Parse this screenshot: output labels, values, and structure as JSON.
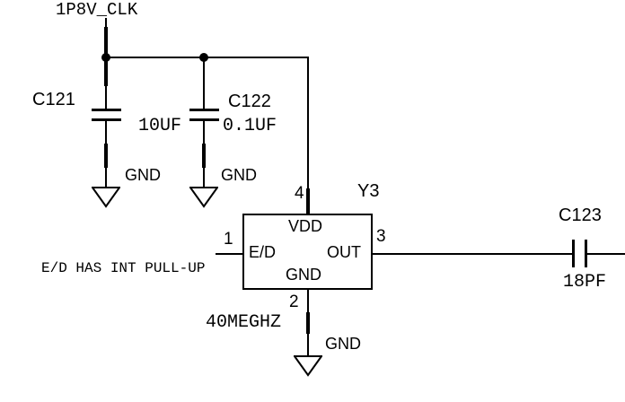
{
  "colors": {
    "wire": "#000000",
    "text": "#000000",
    "background": "#ffffff"
  },
  "net": {
    "label": "1P8V_CLK"
  },
  "note": {
    "text": "E/D HAS INT PULL-UP"
  },
  "capacitors": {
    "c121": {
      "ref": "C121",
      "value": "10UF",
      "gnd_label": "GND"
    },
    "c122": {
      "ref": "C122",
      "value": "0.1UF",
      "gnd_label": "GND"
    },
    "c123": {
      "ref": "C123",
      "value": "18PF"
    }
  },
  "oscillator": {
    "ref": "Y3",
    "value": "40MEGHZ",
    "gnd_label": "GND",
    "pins": {
      "vdd": {
        "number": "4",
        "name": "VDD"
      },
      "ed": {
        "number": "1",
        "name": "E/D"
      },
      "out": {
        "number": "3",
        "name": "OUT"
      },
      "gnd": {
        "number": "2",
        "name": "GND"
      }
    }
  }
}
